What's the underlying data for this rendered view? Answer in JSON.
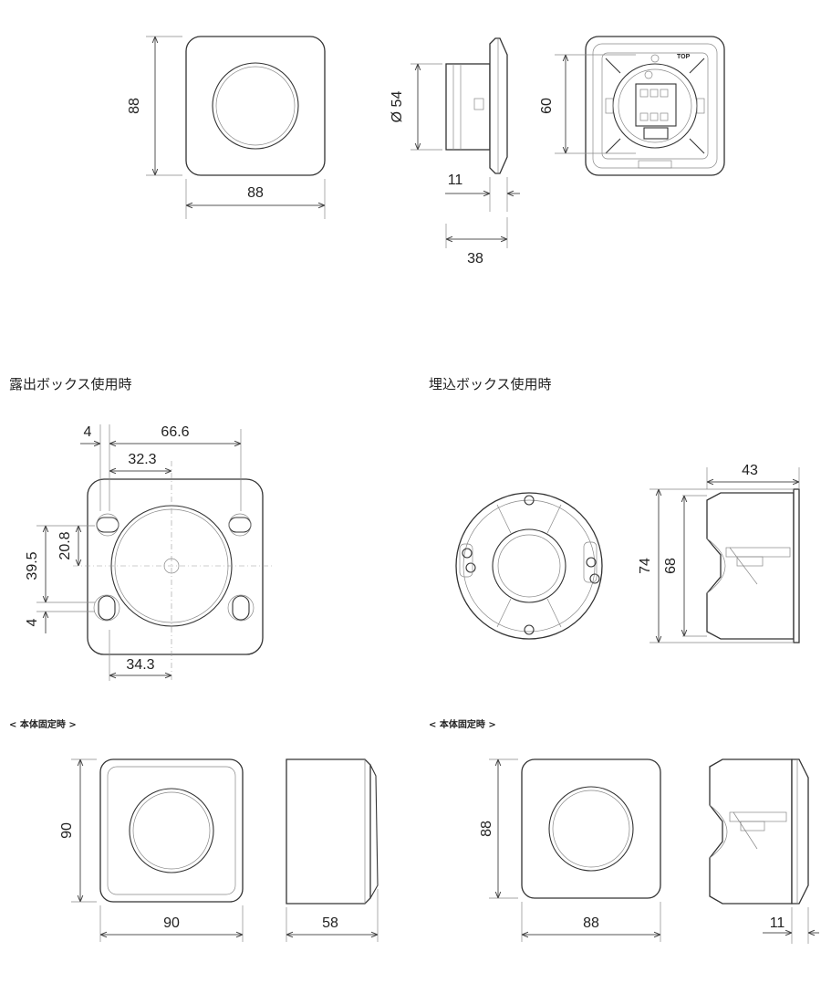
{
  "sections": {
    "exposed_box_title": "露出ボックス使用時",
    "flush_box_title": "埋込ボックス使用時",
    "fixed_label_left": "< 本体固定時 >",
    "fixed_label_right": "< 本体固定時 >"
  },
  "top_views": {
    "front": {
      "height": "88",
      "width": "88"
    },
    "side": {
      "diameter": "Ø 54",
      "depth_front": "11",
      "depth_total": "38"
    },
    "back": {
      "inner": "60",
      "top_mark": "TOP"
    }
  },
  "exposed_box": {
    "offset_top": "4",
    "hole_span": "66.6",
    "center_x": "32.3",
    "vertical_span": "39.5",
    "vertical_half": "20.8",
    "offset_bottom": "4",
    "center_x_bottom": "34.3"
  },
  "flush_box": {
    "depth": "43",
    "outer_height": "74",
    "inner_height": "68"
  },
  "fixed_exposed": {
    "height": "90",
    "width": "90",
    "depth": "58"
  },
  "fixed_flush": {
    "height": "88",
    "width": "88",
    "depth": "11"
  }
}
